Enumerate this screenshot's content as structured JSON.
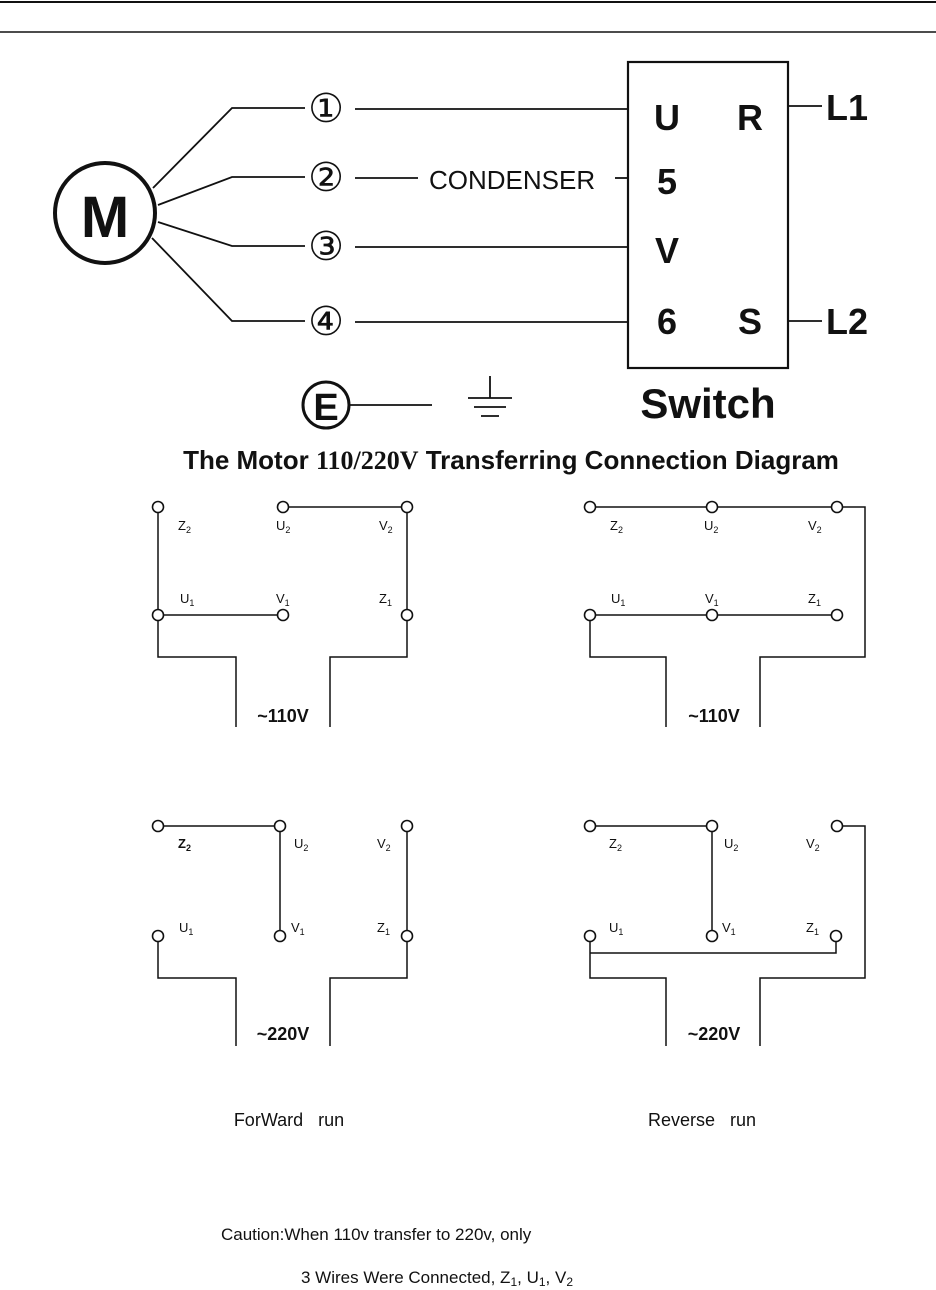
{
  "motor": {
    "symbol": "M"
  },
  "wire_numbers": [
    "①",
    "②",
    "③",
    "④"
  ],
  "condenser_label": "CONDENSER",
  "switch": {
    "terminals": {
      "U": "U",
      "R": "R",
      "five": "5",
      "V": "V",
      "six": "6",
      "S": "S"
    },
    "lines": {
      "L1": "L1",
      "L2": "L2"
    },
    "caption": "Switch"
  },
  "earth": {
    "symbol": "E"
  },
  "title": {
    "prefix": "The Motor ",
    "voltage": "110/220V",
    "suffix": " Transferring Connection Diagram"
  },
  "nodes": {
    "Z2": {
      "base": "Z",
      "sub": "2"
    },
    "U2": {
      "base": "U",
      "sub": "2"
    },
    "V2": {
      "base": "V",
      "sub": "2"
    },
    "U1": {
      "base": "U",
      "sub": "1"
    },
    "V1": {
      "base": "V",
      "sub": "1"
    },
    "Z1": {
      "base": "Z",
      "sub": "1"
    }
  },
  "voltage_labels": {
    "v110": "~110V",
    "v220": "~220V"
  },
  "run_labels": {
    "forward": "ForWard   run",
    "reverse": "Reverse   run"
  },
  "caution": {
    "line1": "Caution:When 110v transfer to 220v, only",
    "line2_prefix": "3 Wires Were Connected, ",
    "wires": [
      {
        "base": "Z",
        "sub": "1"
      },
      {
        "base": "U",
        "sub": "1"
      },
      {
        "base": "V",
        "sub": "2"
      }
    ]
  }
}
